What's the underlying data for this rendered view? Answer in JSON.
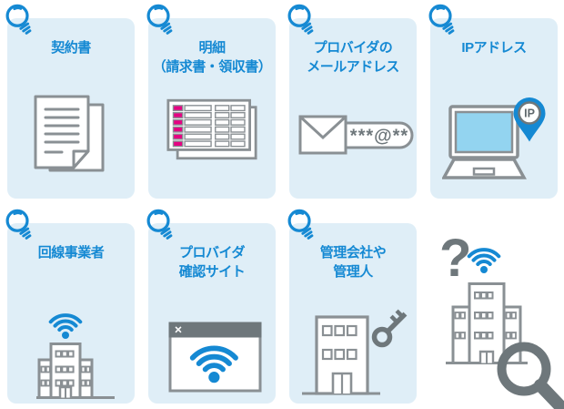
{
  "colors": {
    "accent_blue": "#1589d3",
    "card_background": "#dfeef7",
    "outline_gray": "#8a9094",
    "dark_gray": "#6e777b",
    "highlight_pink": "#e50082",
    "laptop_screen_blue": "#93d4f0"
  },
  "cards": [
    {
      "name": "contract",
      "lines": [
        "契約書"
      ],
      "icon": "documents-icon"
    },
    {
      "name": "statement",
      "lines": [
        "明細",
        "（請求書・領収書）"
      ],
      "icon": "invoice-table-icon"
    },
    {
      "name": "provider-email",
      "lines": [
        "プロバイダの",
        "メールアドレス"
      ],
      "icon": "envelope-masked-email-icon",
      "masked_email": "***@**"
    },
    {
      "name": "ip-address",
      "lines": [
        "IPアドレス"
      ],
      "icon": "laptop-ip-pin-icon",
      "pin_label": "IP"
    },
    {
      "name": "line-carrier",
      "lines": [
        "回線事業者"
      ],
      "icon": "building-wifi-icon"
    },
    {
      "name": "provider-check-site",
      "lines": [
        "プロバイダ",
        "確認サイト"
      ],
      "icon": "browser-wifi-icon",
      "close_glyph": "×"
    },
    {
      "name": "management-company",
      "lines": [
        "管理会社や",
        "管理人"
      ],
      "icon": "building-key-icon"
    }
  ],
  "mystery": {
    "question_mark": "?",
    "icon": "unknown-building-search-icon"
  }
}
